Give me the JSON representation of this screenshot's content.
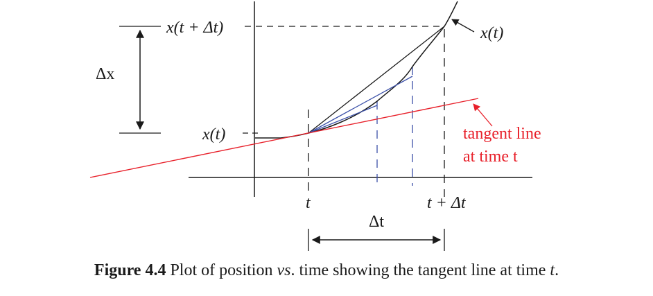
{
  "labels": {
    "x_t_dt_left": "x(t + Δt)",
    "x_t_left": "x(t)",
    "x_t_curve": "x(t)",
    "delta_x": "Δx",
    "t_tick": "t",
    "t_dt_tick": "t + Δt",
    "delta_t": "Δt",
    "tangent_line_1": "tangent line",
    "tangent_line_2": "at time t"
  },
  "caption": {
    "figure_label": "Figure 4.4",
    "text_before": " Plot of position ",
    "vs": "vs",
    "text_middle": ". time showing the tangent line at time ",
    "t": "t",
    "end": "."
  },
  "colors": {
    "ink": "#1a1a1a",
    "tangent": "#e8202a",
    "secant": "#3a4fa8"
  }
}
